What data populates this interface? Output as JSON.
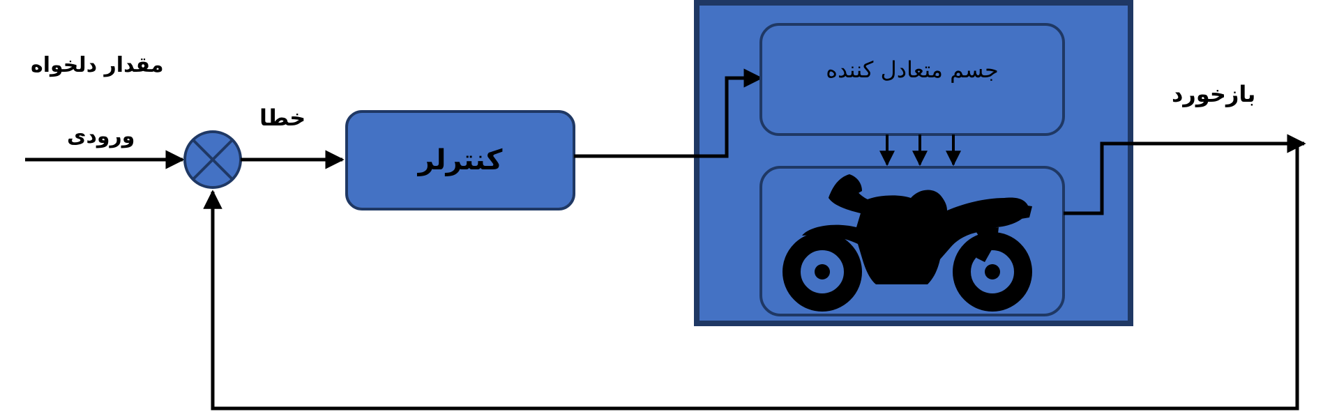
{
  "labels": {
    "desired_value": "مقدار دلخواه",
    "input": "ورودی",
    "error": "خطا",
    "feedback": "بازخورد"
  },
  "blocks": {
    "controller": "کنترلر",
    "balancer": "جسم متعادل کننده"
  },
  "icons": {
    "summing_junction": "summing-junction-icon",
    "motorcycle": "motorcycle-icon"
  },
  "colors": {
    "block_fill": "#4472C4",
    "block_stroke": "#1F3864",
    "line": "#000000"
  }
}
